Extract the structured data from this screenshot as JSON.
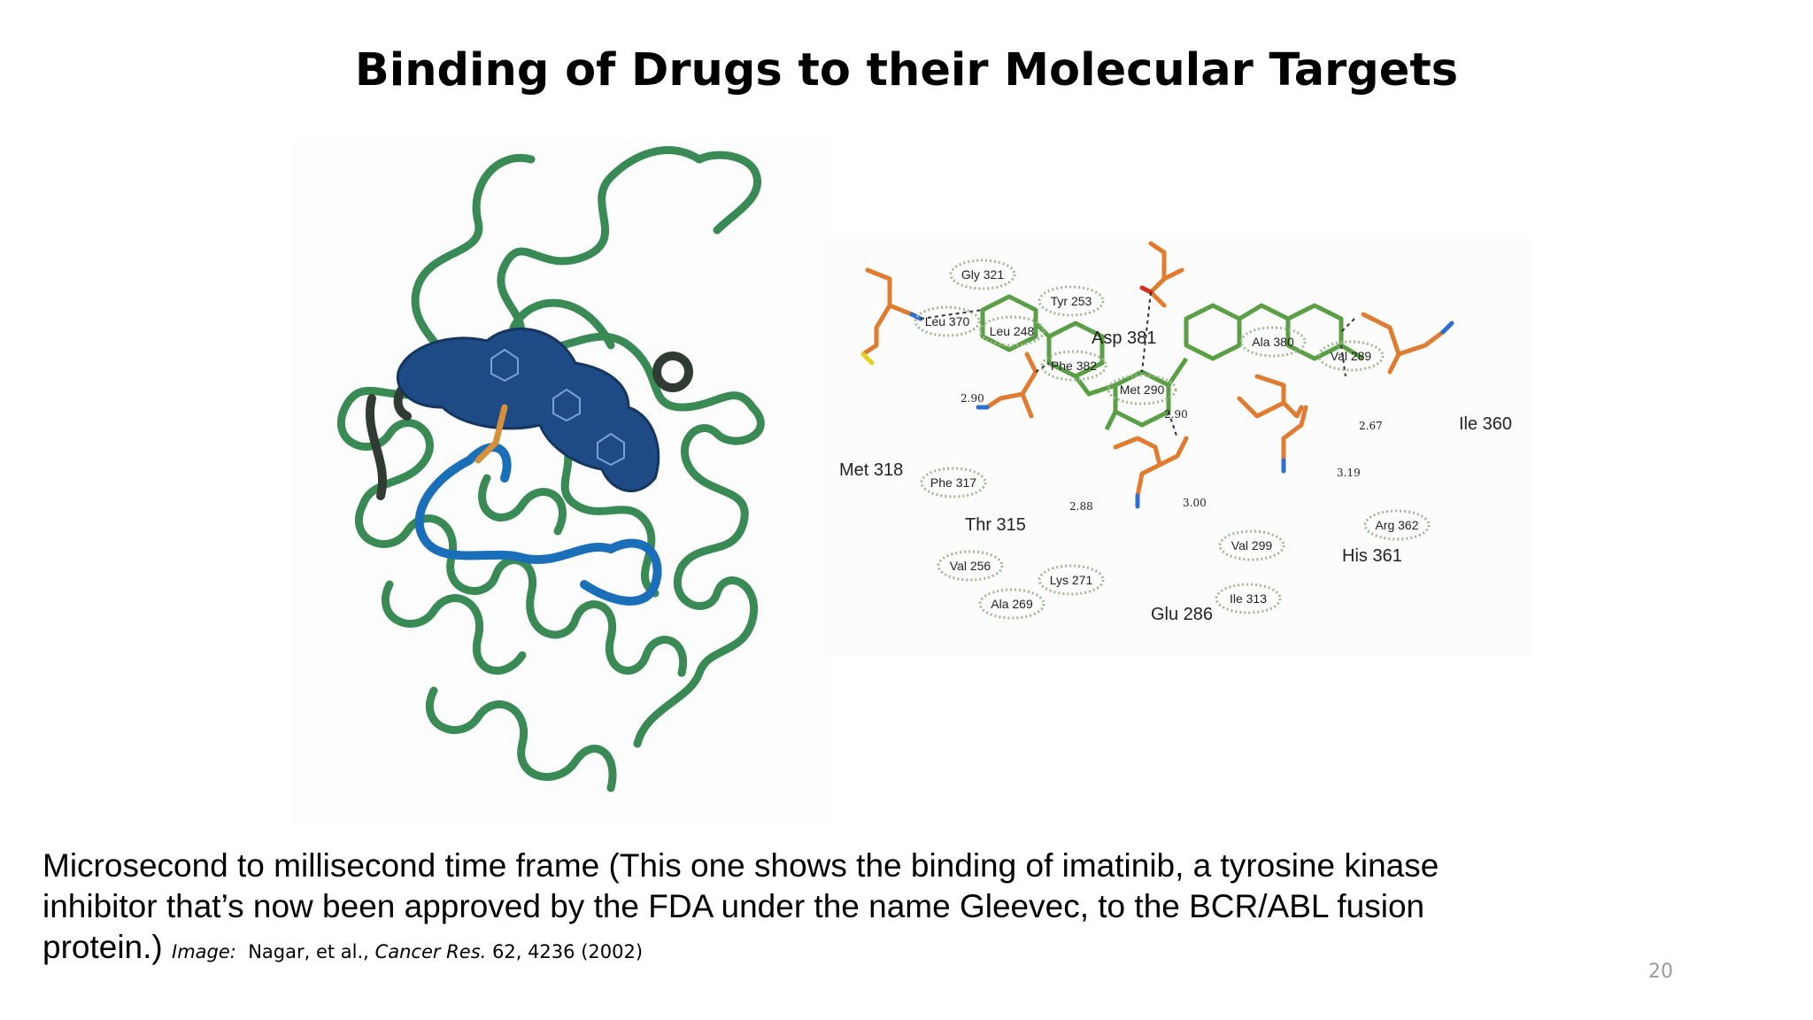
{
  "slide": {
    "title": "Binding of Drugs to their Molecular Targets",
    "caption_line1": "Microsecond to millisecond time frame (This one shows the binding of imatinib, a tyrosine kinase",
    "caption_line2": "inhibitor that’s now been approved by the FDA under the name Gleevec, to the BCR/ABL fusion",
    "caption_line3": "protein.)",
    "citation": {
      "label": "Image:",
      "authors": "Nagar, et al.,",
      "journal": "Cancer Res.",
      "details": "62, 4236 (2002)"
    },
    "page_number": "20"
  },
  "diagram": {
    "residues_ringed": [
      {
        "text": "Gly 321"
      },
      {
        "text": "Tyr 253"
      },
      {
        "text": "Leu 370"
      },
      {
        "text": "Leu 248"
      },
      {
        "text": "Phe 382"
      },
      {
        "text": "Met 290"
      },
      {
        "text": "Ala 380"
      },
      {
        "text": "Val 289"
      },
      {
        "text": "Phe 317"
      },
      {
        "text": "Val 299"
      },
      {
        "text": "Arg 362"
      },
      {
        "text": "Val 256"
      },
      {
        "text": "Lys 271"
      },
      {
        "text": "Ala 269"
      },
      {
        "text": "Ile 313"
      }
    ],
    "residues_bonded": [
      {
        "text": "Asp 381"
      },
      {
        "text": "Met 318"
      },
      {
        "text": "Thr 315"
      },
      {
        "text": "Ile 360"
      },
      {
        "text": "His 361"
      },
      {
        "text": "Glu 286"
      }
    ],
    "distances": [
      {
        "text": "2.90"
      },
      {
        "text": "2.90"
      },
      {
        "text": "2.67"
      },
      {
        "text": "3.19"
      },
      {
        "text": "2.88"
      },
      {
        "text": "3.00"
      }
    ]
  },
  "colors": {
    "protein_green": "#3a8a55",
    "helix_blue": "#1a6fb8",
    "drug_navy": "#1e4a86",
    "carbon_green": "#5a9e46",
    "residue_orange": "#e07b30",
    "nitrogen_blue": "#2e6fd0",
    "oxygen_red": "#d03020",
    "sulfur_yellow": "#e8d020",
    "ring_green": "#9fb890"
  }
}
